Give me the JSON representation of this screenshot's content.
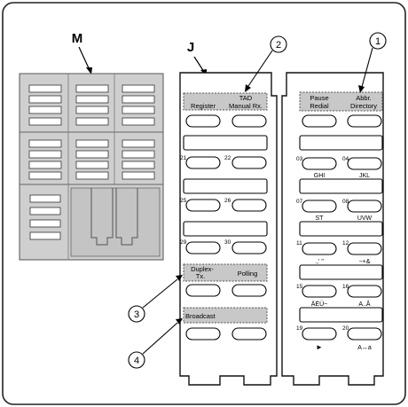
{
  "labels": {
    "panel_m": "M",
    "panel_j": "J"
  },
  "callouts": [
    "1",
    "2",
    "3",
    "4"
  ],
  "strip_left": {
    "header_top": "TAD",
    "header_left": "Register",
    "header_right": "Manual Rx.",
    "nums": [
      "21",
      "22",
      "25",
      "26",
      "29",
      "30"
    ],
    "duplex_line1": "Duplex-",
    "duplex_line2": "Tx.",
    "polling": "Polling",
    "broadcast": "Broadcast"
  },
  "strip_right": {
    "pause_line1": "Pause",
    "pause_line2": "Redial",
    "abbr_line1": "Abbr.",
    "abbr_line2": "Directory",
    "nums": [
      "03",
      "04",
      "07",
      "08",
      "11",
      "12",
      "15",
      "16",
      "19",
      "20"
    ],
    "sub_labels": [
      "GHI",
      "JKL",
      "ST",
      "UVW",
      ".,' \"",
      "−+&",
      "ÄËÜ~",
      "A..Â",
      "►",
      "A↔a"
    ]
  }
}
